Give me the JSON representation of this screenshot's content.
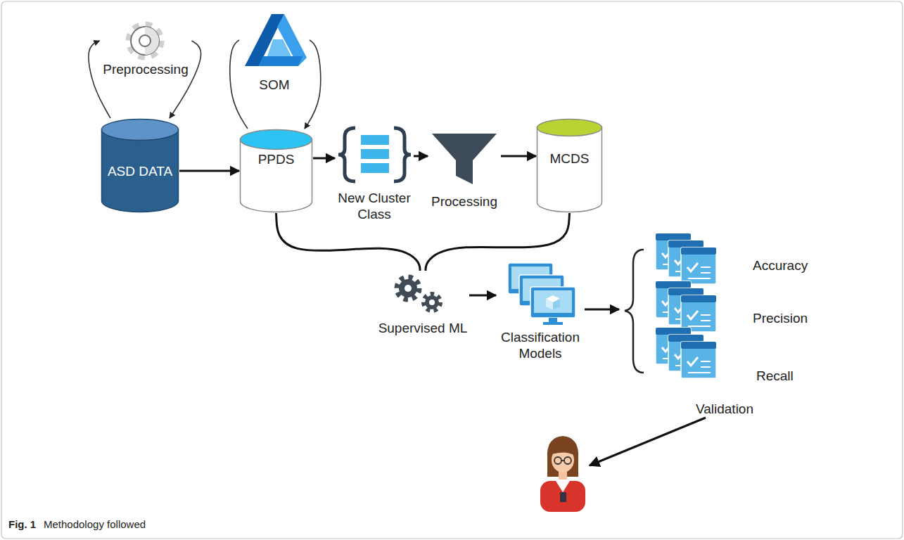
{
  "diagram": {
    "caption": "Methodology followed",
    "nodes": [
      {
        "text": [
          "Preprocessing"
        ]
      },
      {
        "text": [
          "ASD DATA"
        ]
      },
      {
        "text": [
          "SOM"
        ]
      },
      {
        "text": [
          "PPDS"
        ]
      },
      {
        "text": [
          "New Cluster Class"
        ]
      },
      {
        "text": [
          "Processing"
        ]
      },
      {
        "text": [
          "MCDS"
        ]
      },
      {
        "text": [
          "Supervised ML"
        ]
      },
      {
        "text": [
          "Classification Models"
        ]
      },
      {
        "text": [
          "Validation"
        ]
      },
      {
        "text": [
          "Accuracy"
        ],
        "in": 9
      },
      {
        "text": [
          "Precision"
        ],
        "in": 9
      },
      {
        "text": [
          "Recall"
        ],
        "in": 9
      }
    ],
    "edges": [
      {
        "from": 1,
        "to": 0,
        "arrow": "to"
      },
      {
        "from": 0,
        "to": 1,
        "arrow": "to"
      },
      {
        "from": 3,
        "to": 2,
        "arrow": "none"
      },
      {
        "from": 2,
        "to": 3,
        "arrow": "to"
      },
      {
        "from": 1,
        "to": 3,
        "arrow": "to"
      },
      {
        "from": 3,
        "to": 4,
        "arrow": "to"
      },
      {
        "from": 4,
        "to": 5,
        "arrow": "to"
      },
      {
        "from": 5,
        "to": 6,
        "arrow": "to"
      },
      {
        "from": 3,
        "to": 7,
        "arrow": "none"
      },
      {
        "from": 6,
        "to": 7,
        "arrow": "none"
      },
      {
        "from": 7,
        "to": 8,
        "arrow": "to"
      },
      {
        "from": 8,
        "to": 9,
        "arrow": "to"
      }
    ],
    "labels": [
      "Fig. 1"
    ]
  }
}
